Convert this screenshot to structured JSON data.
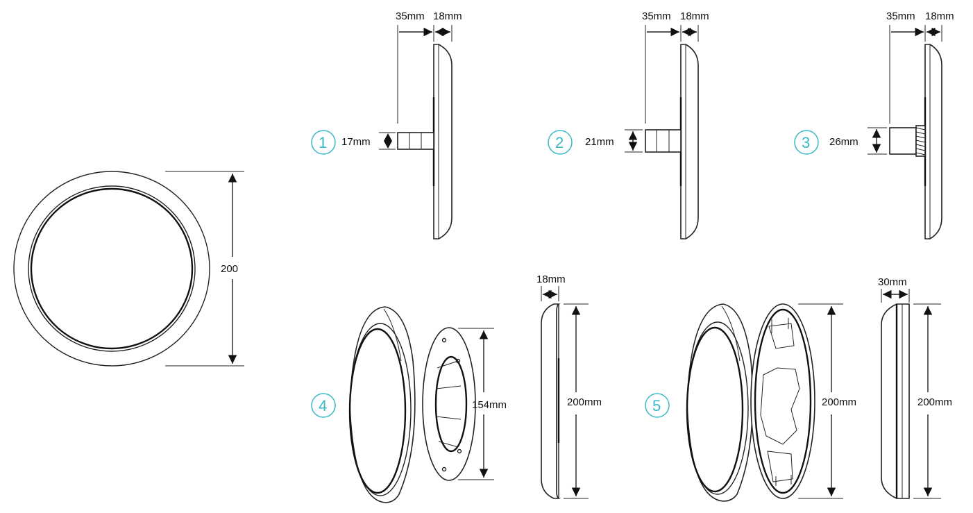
{
  "labels": {
    "front_diameter": "200",
    "v1_depth": "35mm",
    "v1_thickness": "18mm",
    "v1_pipe": "17mm",
    "v2_depth": "35mm",
    "v2_thickness": "18mm",
    "v2_pipe": "21mm",
    "v3_depth": "35mm",
    "v3_thickness": "18mm",
    "v3_pipe": "26mm",
    "v4_bracket": "154mm",
    "v4_thickness": "18mm",
    "v4_height": "200mm",
    "v5_height": "200mm",
    "v5_thickness": "30mm",
    "v5_side_height": "200mm"
  },
  "badges": [
    "1",
    "2",
    "3",
    "4",
    "5"
  ],
  "colors": {
    "badge": "#39b8c6",
    "line": "#222222"
  }
}
